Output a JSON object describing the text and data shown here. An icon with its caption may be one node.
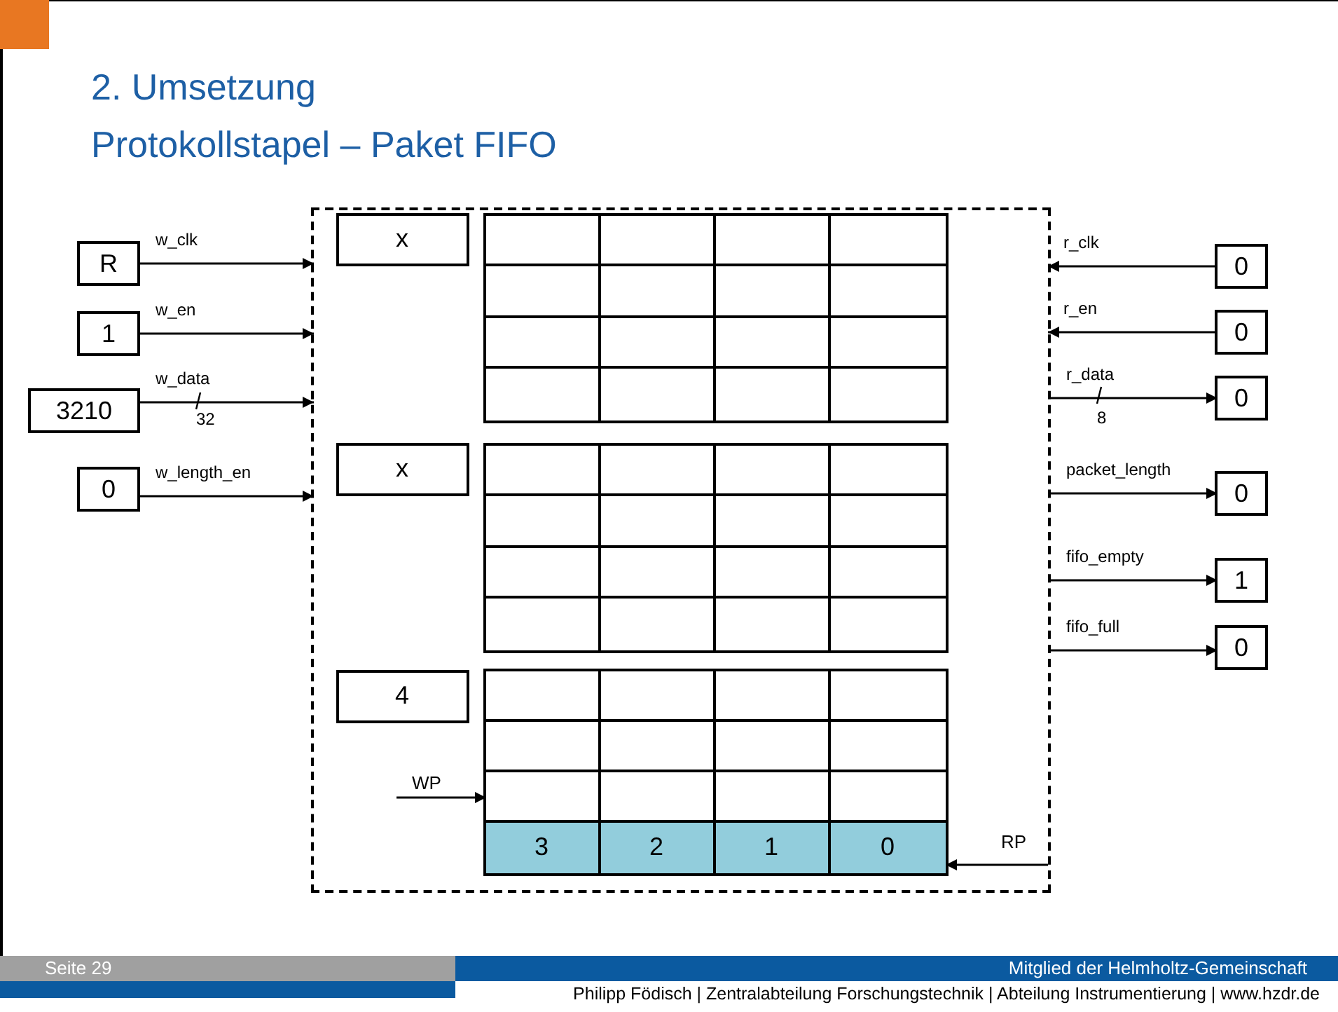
{
  "diagram": {
    "title": "2. Umsetzung",
    "nodes": [
      {
        "text": [],
        "shape": "box"
      },
      {
        "text": [
          "x"
        ],
        "in": 0
      },
      {
        "text": [],
        "shape": "box",
        "in": 0
      },
      {
        "text": [
          "x"
        ],
        "in": 0
      },
      {
        "text": [],
        "shape": "box",
        "in": 0
      },
      {
        "text": [
          "4"
        ],
        "in": 0
      },
      {
        "text": [],
        "shape": "box",
        "in": 0
      },
      {
        "text": [
          "WP"
        ],
        "in": 0
      },
      {
        "text": [
          "RP"
        ],
        "in": 0
      },
      {
        "text": [
          "R"
        ]
      },
      {
        "text": [
          "1"
        ]
      },
      {
        "text": [
          "3210"
        ]
      },
      {
        "text": [
          "0"
        ]
      },
      {
        "text": [
          "0"
        ]
      },
      {
        "text": [
          "0"
        ]
      },
      {
        "text": [
          "0"
        ]
      },
      {
        "text": [
          "0"
        ]
      },
      {
        "text": [
          "1"
        ]
      },
      {
        "text": [
          "0"
        ]
      }
    ],
    "edges": [
      {
        "from": 9,
        "to": 0,
        "arrow": "to",
        "label": "w_clk"
      },
      {
        "from": 10,
        "to": 0,
        "arrow": "to",
        "label": "w_en"
      },
      {
        "from": 11,
        "to": 0,
        "arrow": "to",
        "label": "w_data"
      },
      {
        "from": 12,
        "to": 0,
        "arrow": "to",
        "label": "w_length_en"
      },
      {
        "from": 13,
        "to": 0,
        "arrow": "to",
        "label": "r_clk"
      },
      {
        "from": 14,
        "to": 0,
        "arrow": "to",
        "label": "r_en"
      },
      {
        "from": 0,
        "to": 15,
        "arrow": "to",
        "label": "r_data"
      },
      {
        "from": 0,
        "to": 16,
        "arrow": "to",
        "label": "packet_length"
      },
      {
        "from": 0,
        "to": 17,
        "arrow": "to",
        "label": "fifo_empty"
      },
      {
        "from": 0,
        "to": 18,
        "arrow": "to",
        "label": "fifo_full"
      },
      {
        "from": 7,
        "to": 6,
        "arrow": "to"
      },
      {
        "from": 8,
        "to": 6,
        "arrow": "to"
      }
    ],
    "labels": [
      "Protokollstapel – Paket FIFO",
      "32",
      "8",
      "3",
      "2",
      "1",
      "0",
      "Seite 29",
      "Mitglied der Helmholtz-Gemeinschaft",
      "Philipp Födisch | Zentralabteilung Forschungstechnik | Abteilung Instrumentierung | www.hzdr.de"
    ]
  }
}
